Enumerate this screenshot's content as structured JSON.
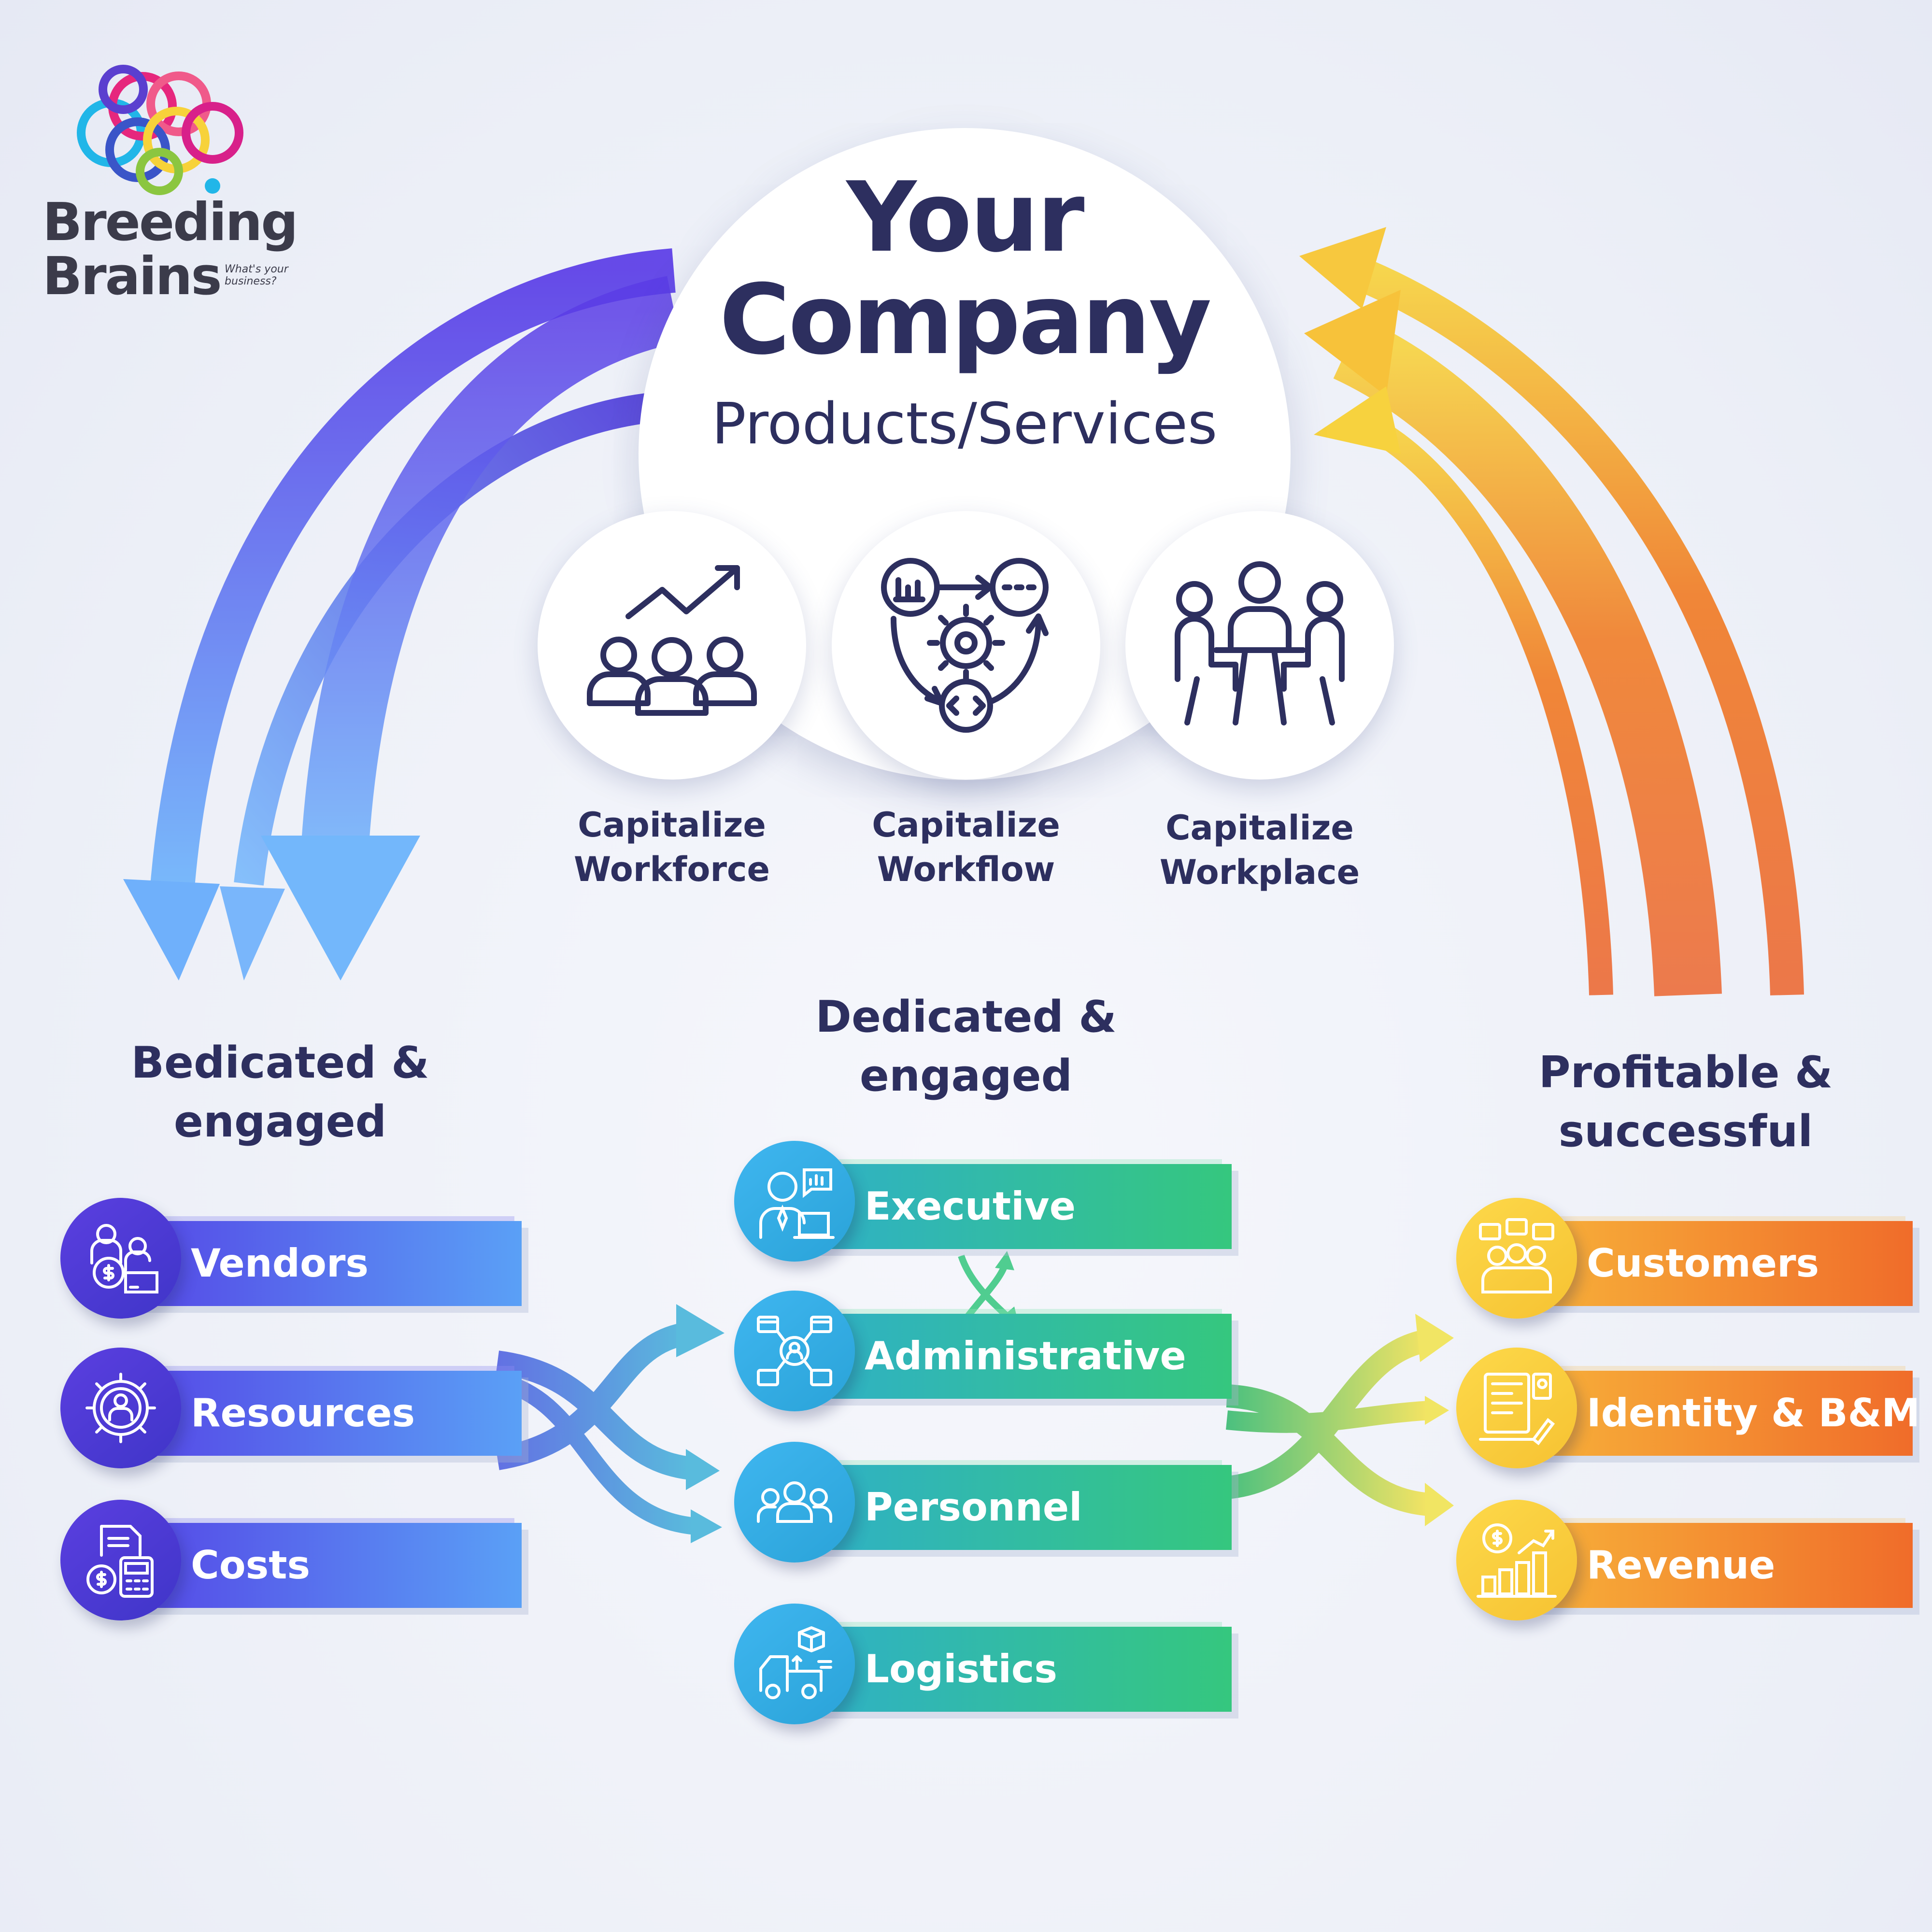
{
  "logo": {
    "brand_line1": "Breeding",
    "brand_line2": "Brains",
    "tagline_line1": "What's your",
    "tagline_line2": "business?"
  },
  "company": {
    "title_line1": "Your",
    "title_line2": "Company",
    "subtitle": "Products/Services"
  },
  "capitalize": [
    {
      "line1": "Capitalize",
      "line2": "Workforce",
      "icon": "workforce-growth-icon"
    },
    {
      "line1": "Capitalize",
      "line2": "Workflow",
      "icon": "workflow-cycle-icon"
    },
    {
      "line1": "Capitalize",
      "line2": "Workplace",
      "icon": "workplace-meeting-icon"
    }
  ],
  "left_group": {
    "heading_line1": "Bedicated &",
    "heading_line2": "engaged",
    "items": [
      {
        "label": "Vendors",
        "icon": "vendor-icon"
      },
      {
        "label": "Resources",
        "icon": "resources-gear-icon"
      },
      {
        "label": "Costs",
        "icon": "costs-calculator-icon"
      }
    ]
  },
  "middle_group": {
    "heading_line1": "Dedicated &",
    "heading_line2": "engaged",
    "items": [
      {
        "label": "Executive",
        "icon": "executive-icon"
      },
      {
        "label": "Administrative",
        "icon": "administrative-network-icon"
      },
      {
        "label": "Personnel",
        "icon": "personnel-group-icon"
      },
      {
        "label": "Logistics",
        "icon": "logistics-truck-icon"
      }
    ]
  },
  "right_group": {
    "heading_line1": "Profitable &",
    "heading_line2": "successful",
    "items": [
      {
        "label": "Customers",
        "icon": "customers-icon"
      },
      {
        "label": "Identity & B&M",
        "icon": "identity-brand-icon"
      },
      {
        "label": "Revenue",
        "icon": "revenue-chart-icon"
      }
    ]
  },
  "colors": {
    "navy": "#2d2f5f",
    "blue_start": "#5546e6",
    "blue_end": "#5aa0f6",
    "green_start": "#2fb0c8",
    "green_end": "#35c77e",
    "orange_start": "#f7b23a",
    "orange_end": "#f06c2a"
  }
}
